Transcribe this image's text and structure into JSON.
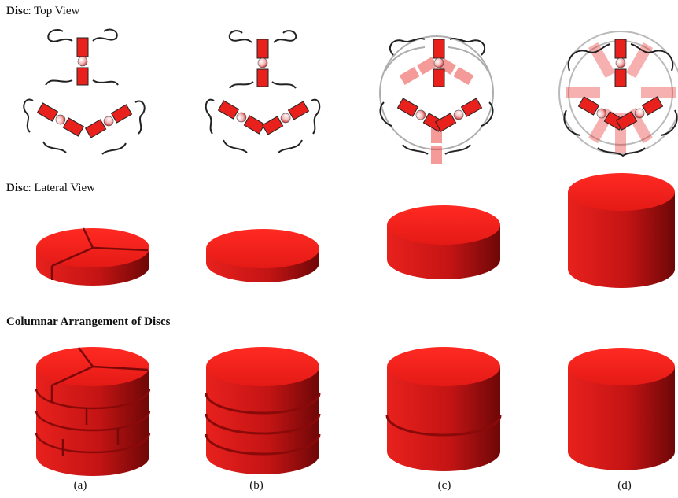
{
  "headings": {
    "top_view": {
      "bold": "Disc",
      "rest": ": Top View"
    },
    "lateral_view": {
      "bold": "Disc",
      "rest": ": Lateral View"
    },
    "columnar": "Columnar Arrangement of Discs"
  },
  "captions": [
    "(a)",
    "(b)",
    "(c)",
    "(d)"
  ],
  "colors": {
    "disc_red": "#e8211d",
    "disc_dark": "#7a0808",
    "chain": "#222222"
  }
}
